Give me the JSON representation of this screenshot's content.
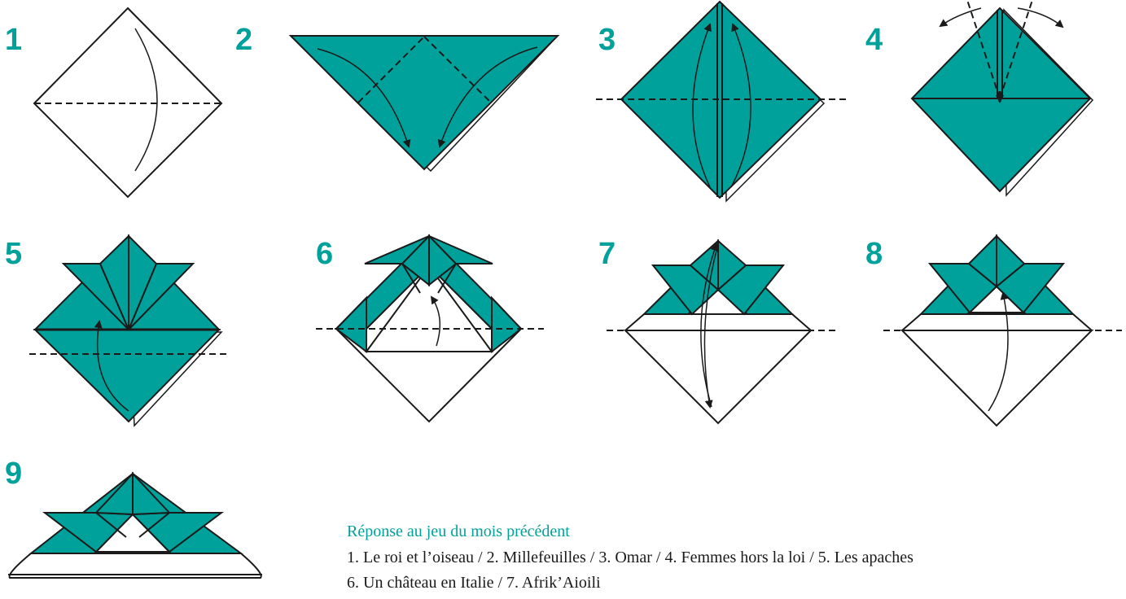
{
  "colors": {
    "teal": "#00a19a",
    "line": "#1a1a1a",
    "paper": "#ffffff"
  },
  "steps": [
    {
      "number": "1"
    },
    {
      "number": "2"
    },
    {
      "number": "3"
    },
    {
      "number": "4"
    },
    {
      "number": "5"
    },
    {
      "number": "6"
    },
    {
      "number": "7"
    },
    {
      "number": "8"
    },
    {
      "number": "9"
    }
  ],
  "answer": {
    "title": "Réponse au jeu du mois précédent",
    "lines": [
      "1. Le roi et l’oiseau / 2. Millefeuilles / 3. Omar / 4.  Femmes hors la loi / 5. Les apaches",
      "6. Un château en Italie / 7. Afrik’Aioili"
    ]
  }
}
